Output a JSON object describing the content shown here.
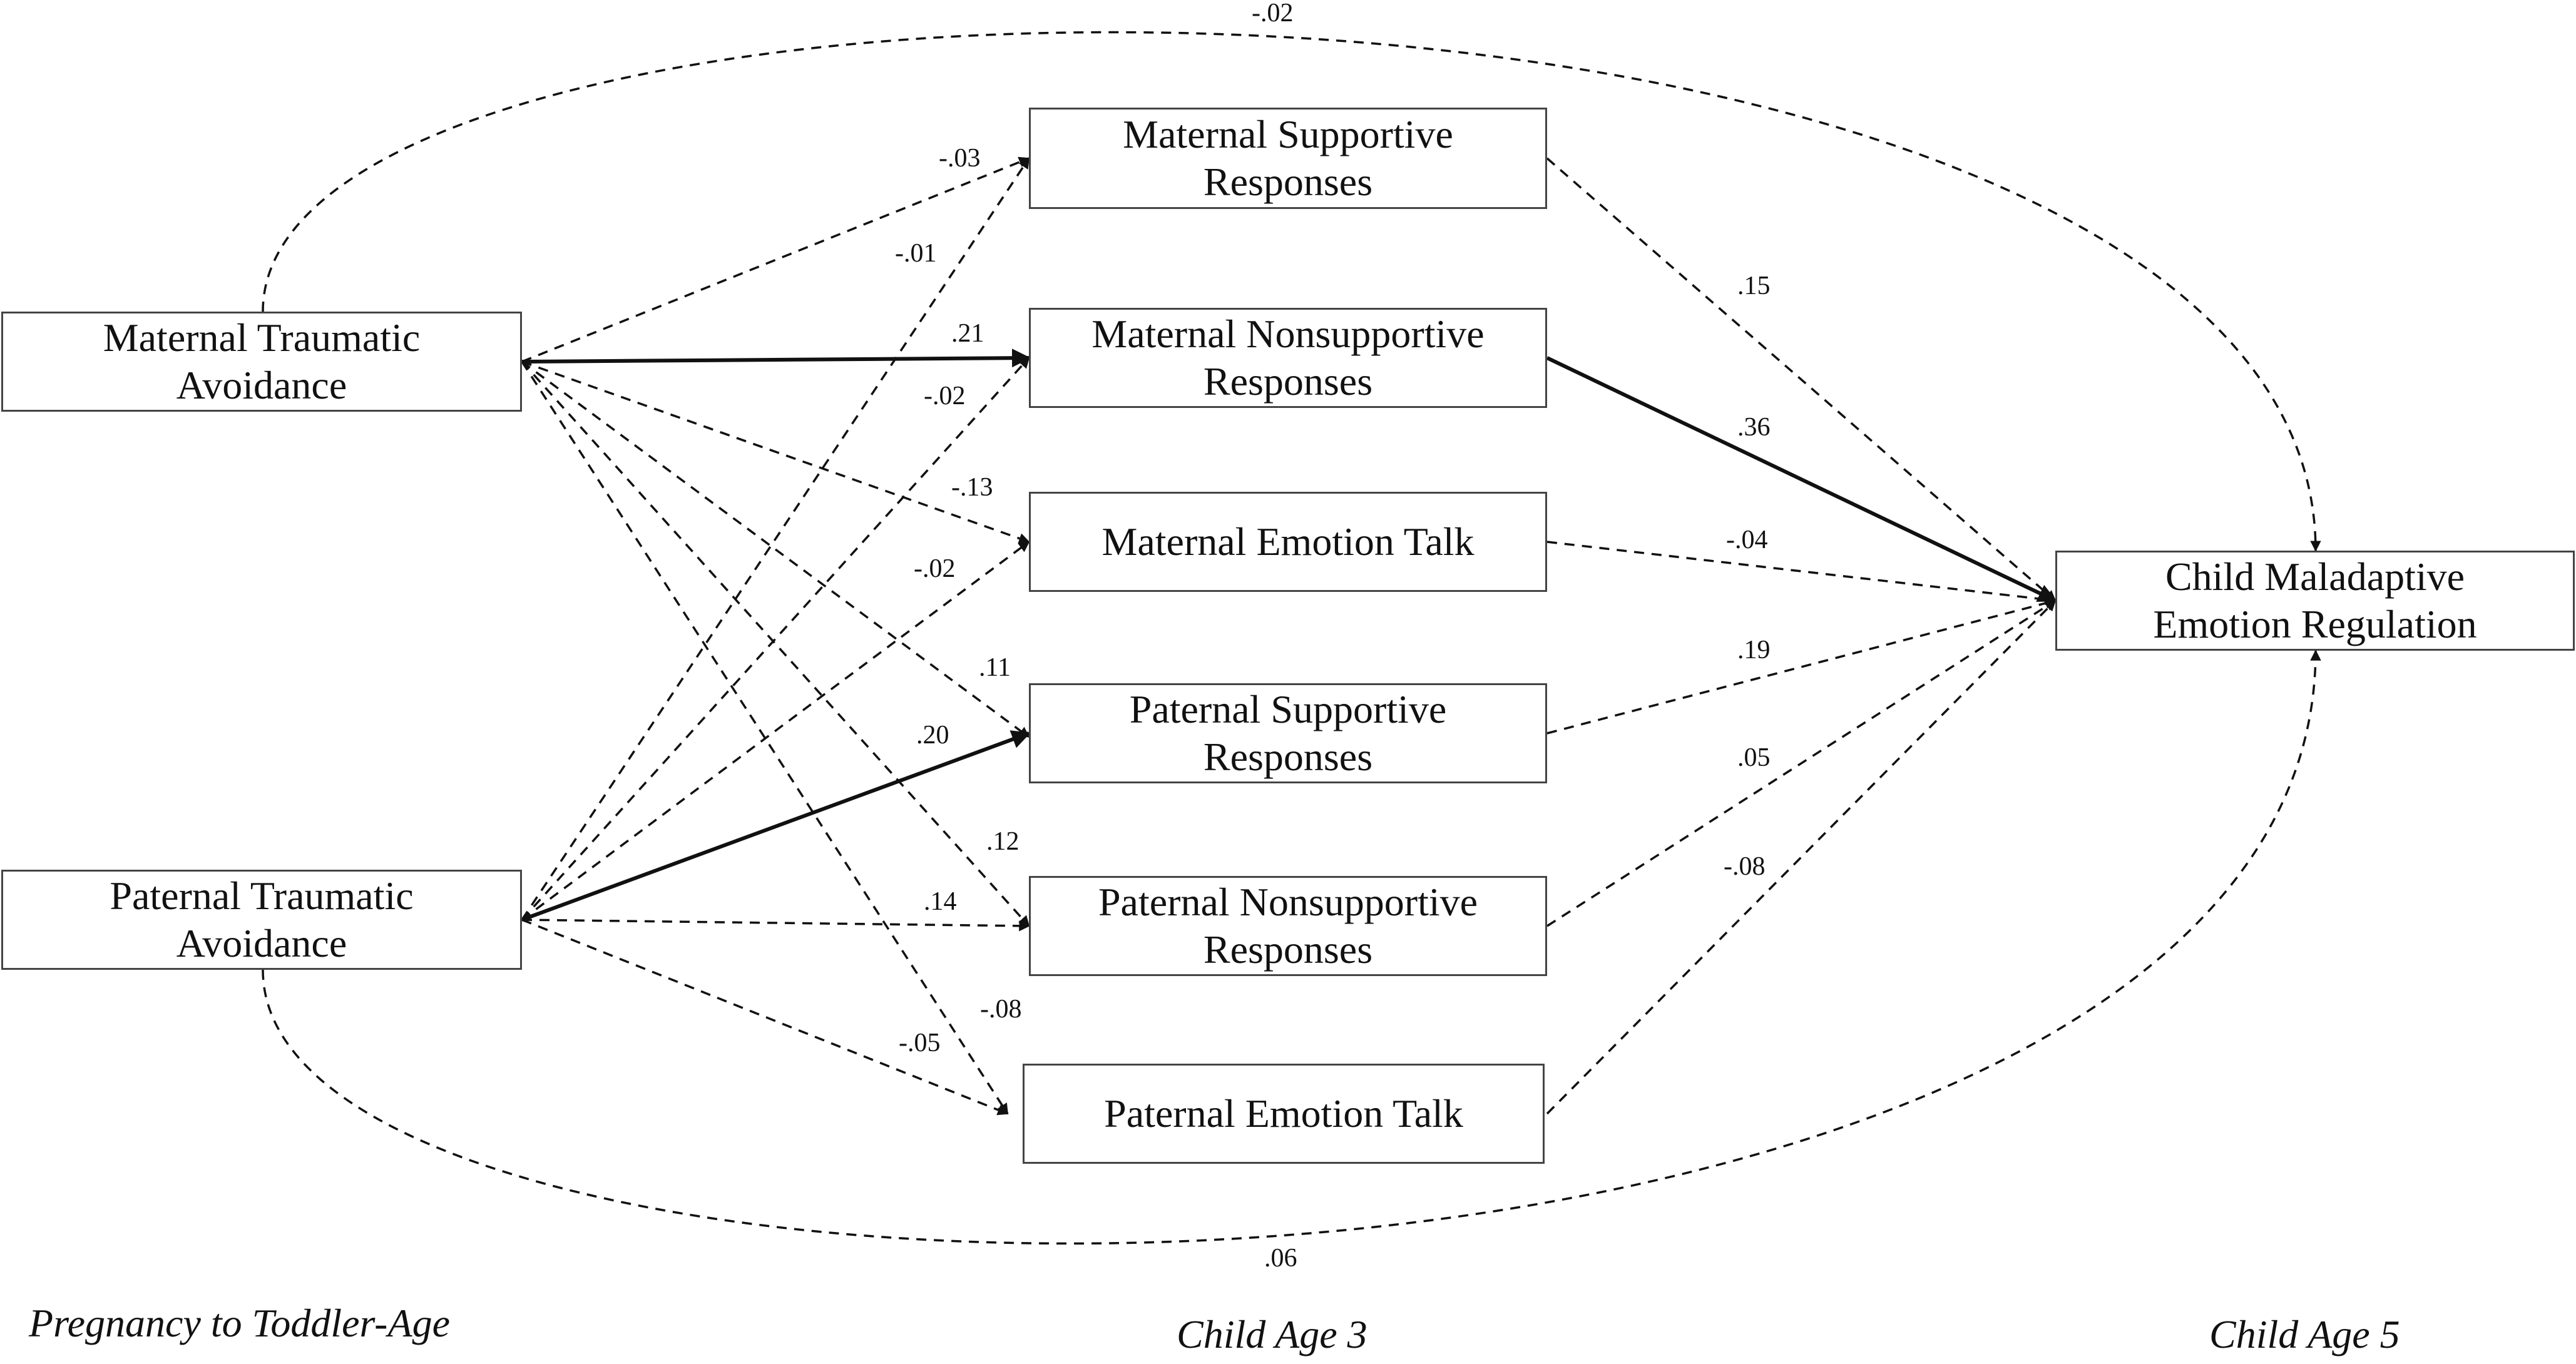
{
  "nodes": {
    "mta": {
      "label": "Maternal Traumatic\nAvoidance"
    },
    "pta": {
      "label": "Paternal Traumatic\nAvoidance"
    },
    "msr": {
      "label": "Maternal Supportive\nResponses"
    },
    "mnr": {
      "label": "Maternal Nonsupportive\nResponses"
    },
    "met": {
      "label": "Maternal Emotion Talk"
    },
    "psr": {
      "label": "Paternal Supportive\nResponses"
    },
    "pnr": {
      "label": "Paternal Nonsupportive\nResponses"
    },
    "pet": {
      "label": "Paternal Emotion Talk"
    },
    "cmer": {
      "label": "Child Maladaptive\nEmotion Regulation"
    }
  },
  "paths": [
    {
      "id": "mta-msr",
      "coef": "-.03",
      "significant": false
    },
    {
      "id": "mta-mnr",
      "coef": ".21",
      "significant": true
    },
    {
      "id": "mta-met",
      "coef": "-.13",
      "significant": false
    },
    {
      "id": "mta-psr",
      "coef": ".11",
      "significant": false
    },
    {
      "id": "mta-pnr",
      "coef": ".12",
      "significant": false
    },
    {
      "id": "mta-pet",
      "coef": "-.08",
      "significant": false
    },
    {
      "id": "pta-msr",
      "coef": "-.01",
      "significant": false
    },
    {
      "id": "pta-mnr",
      "coef": "-.02",
      "significant": false
    },
    {
      "id": "pta-met",
      "coef": "-.02",
      "significant": false
    },
    {
      "id": "pta-psr",
      "coef": ".20",
      "significant": true
    },
    {
      "id": "pta-pnr",
      "coef": ".14",
      "significant": false
    },
    {
      "id": "pta-pet",
      "coef": "-.05",
      "significant": false
    },
    {
      "id": "msr-cmer",
      "coef": ".15",
      "significant": false
    },
    {
      "id": "mnr-cmer",
      "coef": ".36",
      "significant": true
    },
    {
      "id": "met-cmer",
      "coef": "-.04",
      "significant": false
    },
    {
      "id": "psr-cmer",
      "coef": ".19",
      "significant": false
    },
    {
      "id": "pnr-cmer",
      "coef": ".05",
      "significant": false
    },
    {
      "id": "pet-cmer",
      "coef": "-.08",
      "significant": false
    },
    {
      "id": "mta-cmer",
      "coef": "-.02",
      "significant": false
    },
    {
      "id": "pta-cmer",
      "coef": ".06",
      "significant": false
    }
  ],
  "periods": {
    "left": "Pregnancy to Toddler-Age",
    "middle": "Child Age 3",
    "right": "Child Age 5"
  }
}
